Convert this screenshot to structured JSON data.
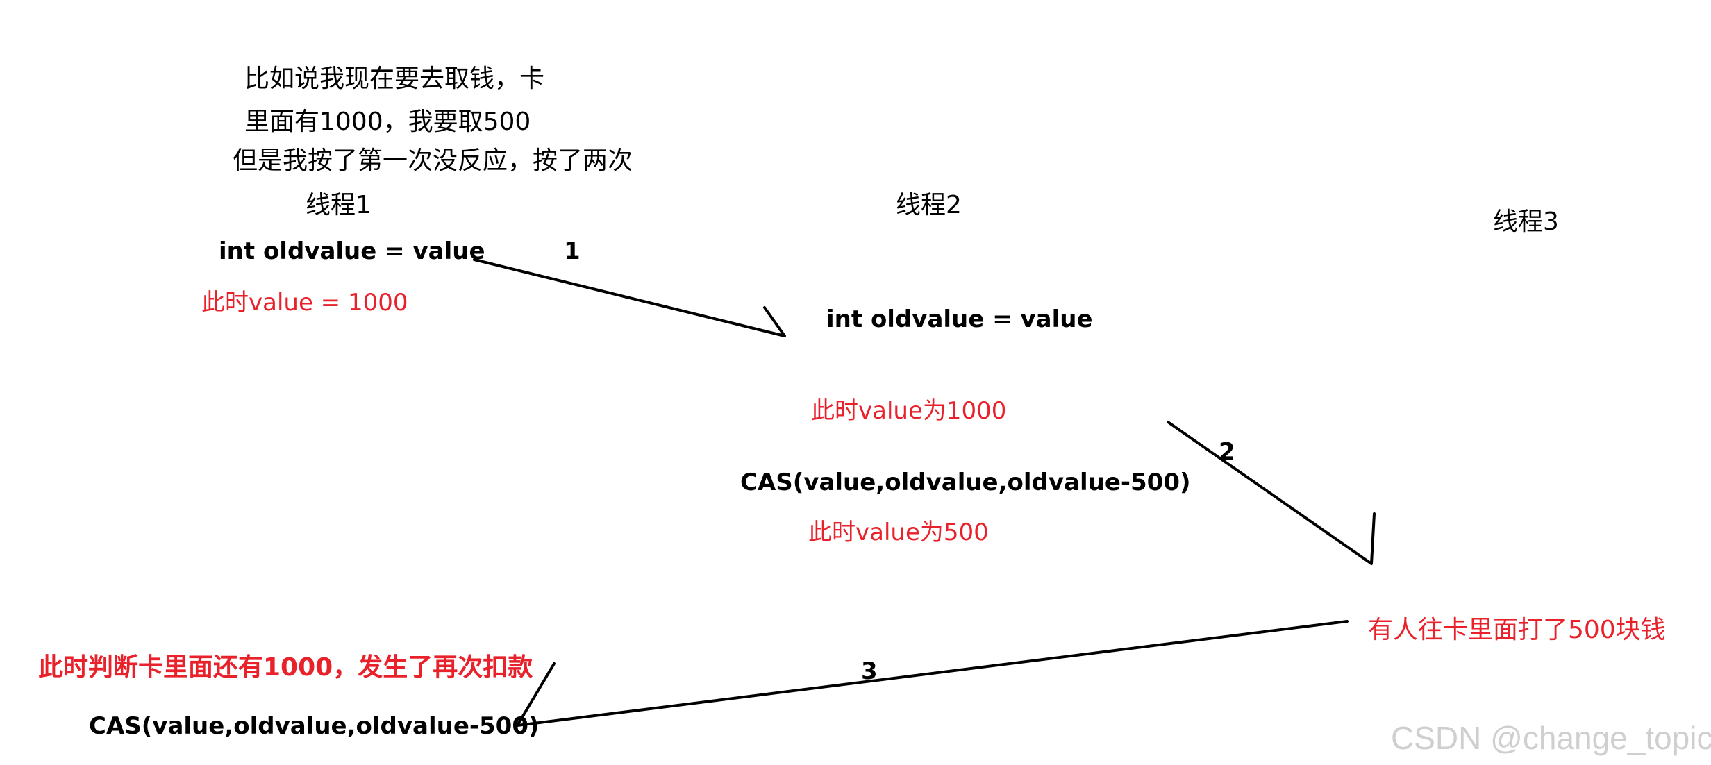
{
  "intro": {
    "line1": "比如说我现在要去取钱，卡",
    "line2": "里面有1000，我要取500",
    "line3": "但是我按了第一次没反应，按了两次"
  },
  "threads": {
    "t1": "线程1",
    "t2": "线程2",
    "t3": "线程3"
  },
  "thread1": {
    "read": "int oldvalue = value",
    "read_note": "此时value = 1000",
    "decision_note": "此时判断卡里面还有1000，发生了再次扣款",
    "cas": "CAS(value,oldvalue,oldvalue-500)"
  },
  "thread2": {
    "read": "int oldvalue = value",
    "read_note": "此时value为1000",
    "cas": "CAS(value,oldvalue,oldvalue-500)",
    "cas_note": "此时value为500"
  },
  "thread3": {
    "note": "有人往卡里面打了500块钱"
  },
  "steps": {
    "s1": "1",
    "s2": "2",
    "s3": "3"
  },
  "watermark": "CSDN @change_topic",
  "colors": {
    "text": "#000000",
    "highlight": "#e8212b",
    "watermark": "#cfcfcf"
  }
}
